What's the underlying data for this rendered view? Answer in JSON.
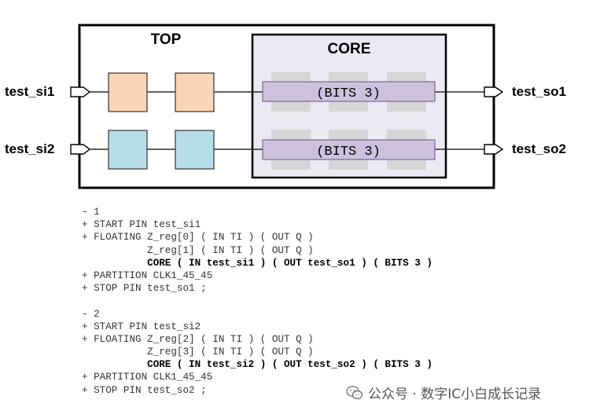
{
  "diagram": {
    "top_label": "TOP",
    "core_label": "CORE",
    "inputs": [
      "test_si1",
      "test_si2"
    ],
    "outputs": [
      "test_so1",
      "test_so2"
    ],
    "bits_labels": [
      "(BITS 3)",
      "(BITS 3)"
    ],
    "colors": {
      "flop_row1": "#fbd5b5",
      "flop_row2": "#b7dde8",
      "core_fill": "#ebe9f2",
      "bits_fill": "#cdc1de",
      "cell_fill": "#d6d6d6"
    }
  },
  "code_lines": [
    "- 1",
    "+ START PIN test_si1",
    "+ FLOATING Z_reg[0] ( IN TI ) ( OUT Q )",
    "           Z_reg[1] ( IN TI ) ( OUT Q )",
    "           CORE ( IN test_si1 ) ( OUT test_so1 ) ( BITS 3 )",
    "+ PARTITION CLK1_45_45",
    "+ STOP PIN test_so1 ;",
    "",
    "- 2",
    "+ START PIN test_si2",
    "+ FLOATING Z_reg[2] ( IN TI ) ( OUT Q )",
    "           Z_reg[3] ( IN TI ) ( OUT Q )",
    "           CORE ( IN test_si2 ) ( OUT test_so2 ) ( BITS 3 )",
    "+ PARTITION CLK1_45_45",
    "+ STOP PIN test_so2 ;"
  ],
  "bold_lines": [
    4,
    12
  ],
  "watermark": {
    "icon": "wechat-icon",
    "text": "公众号 · 数字IC小白成长记录"
  }
}
